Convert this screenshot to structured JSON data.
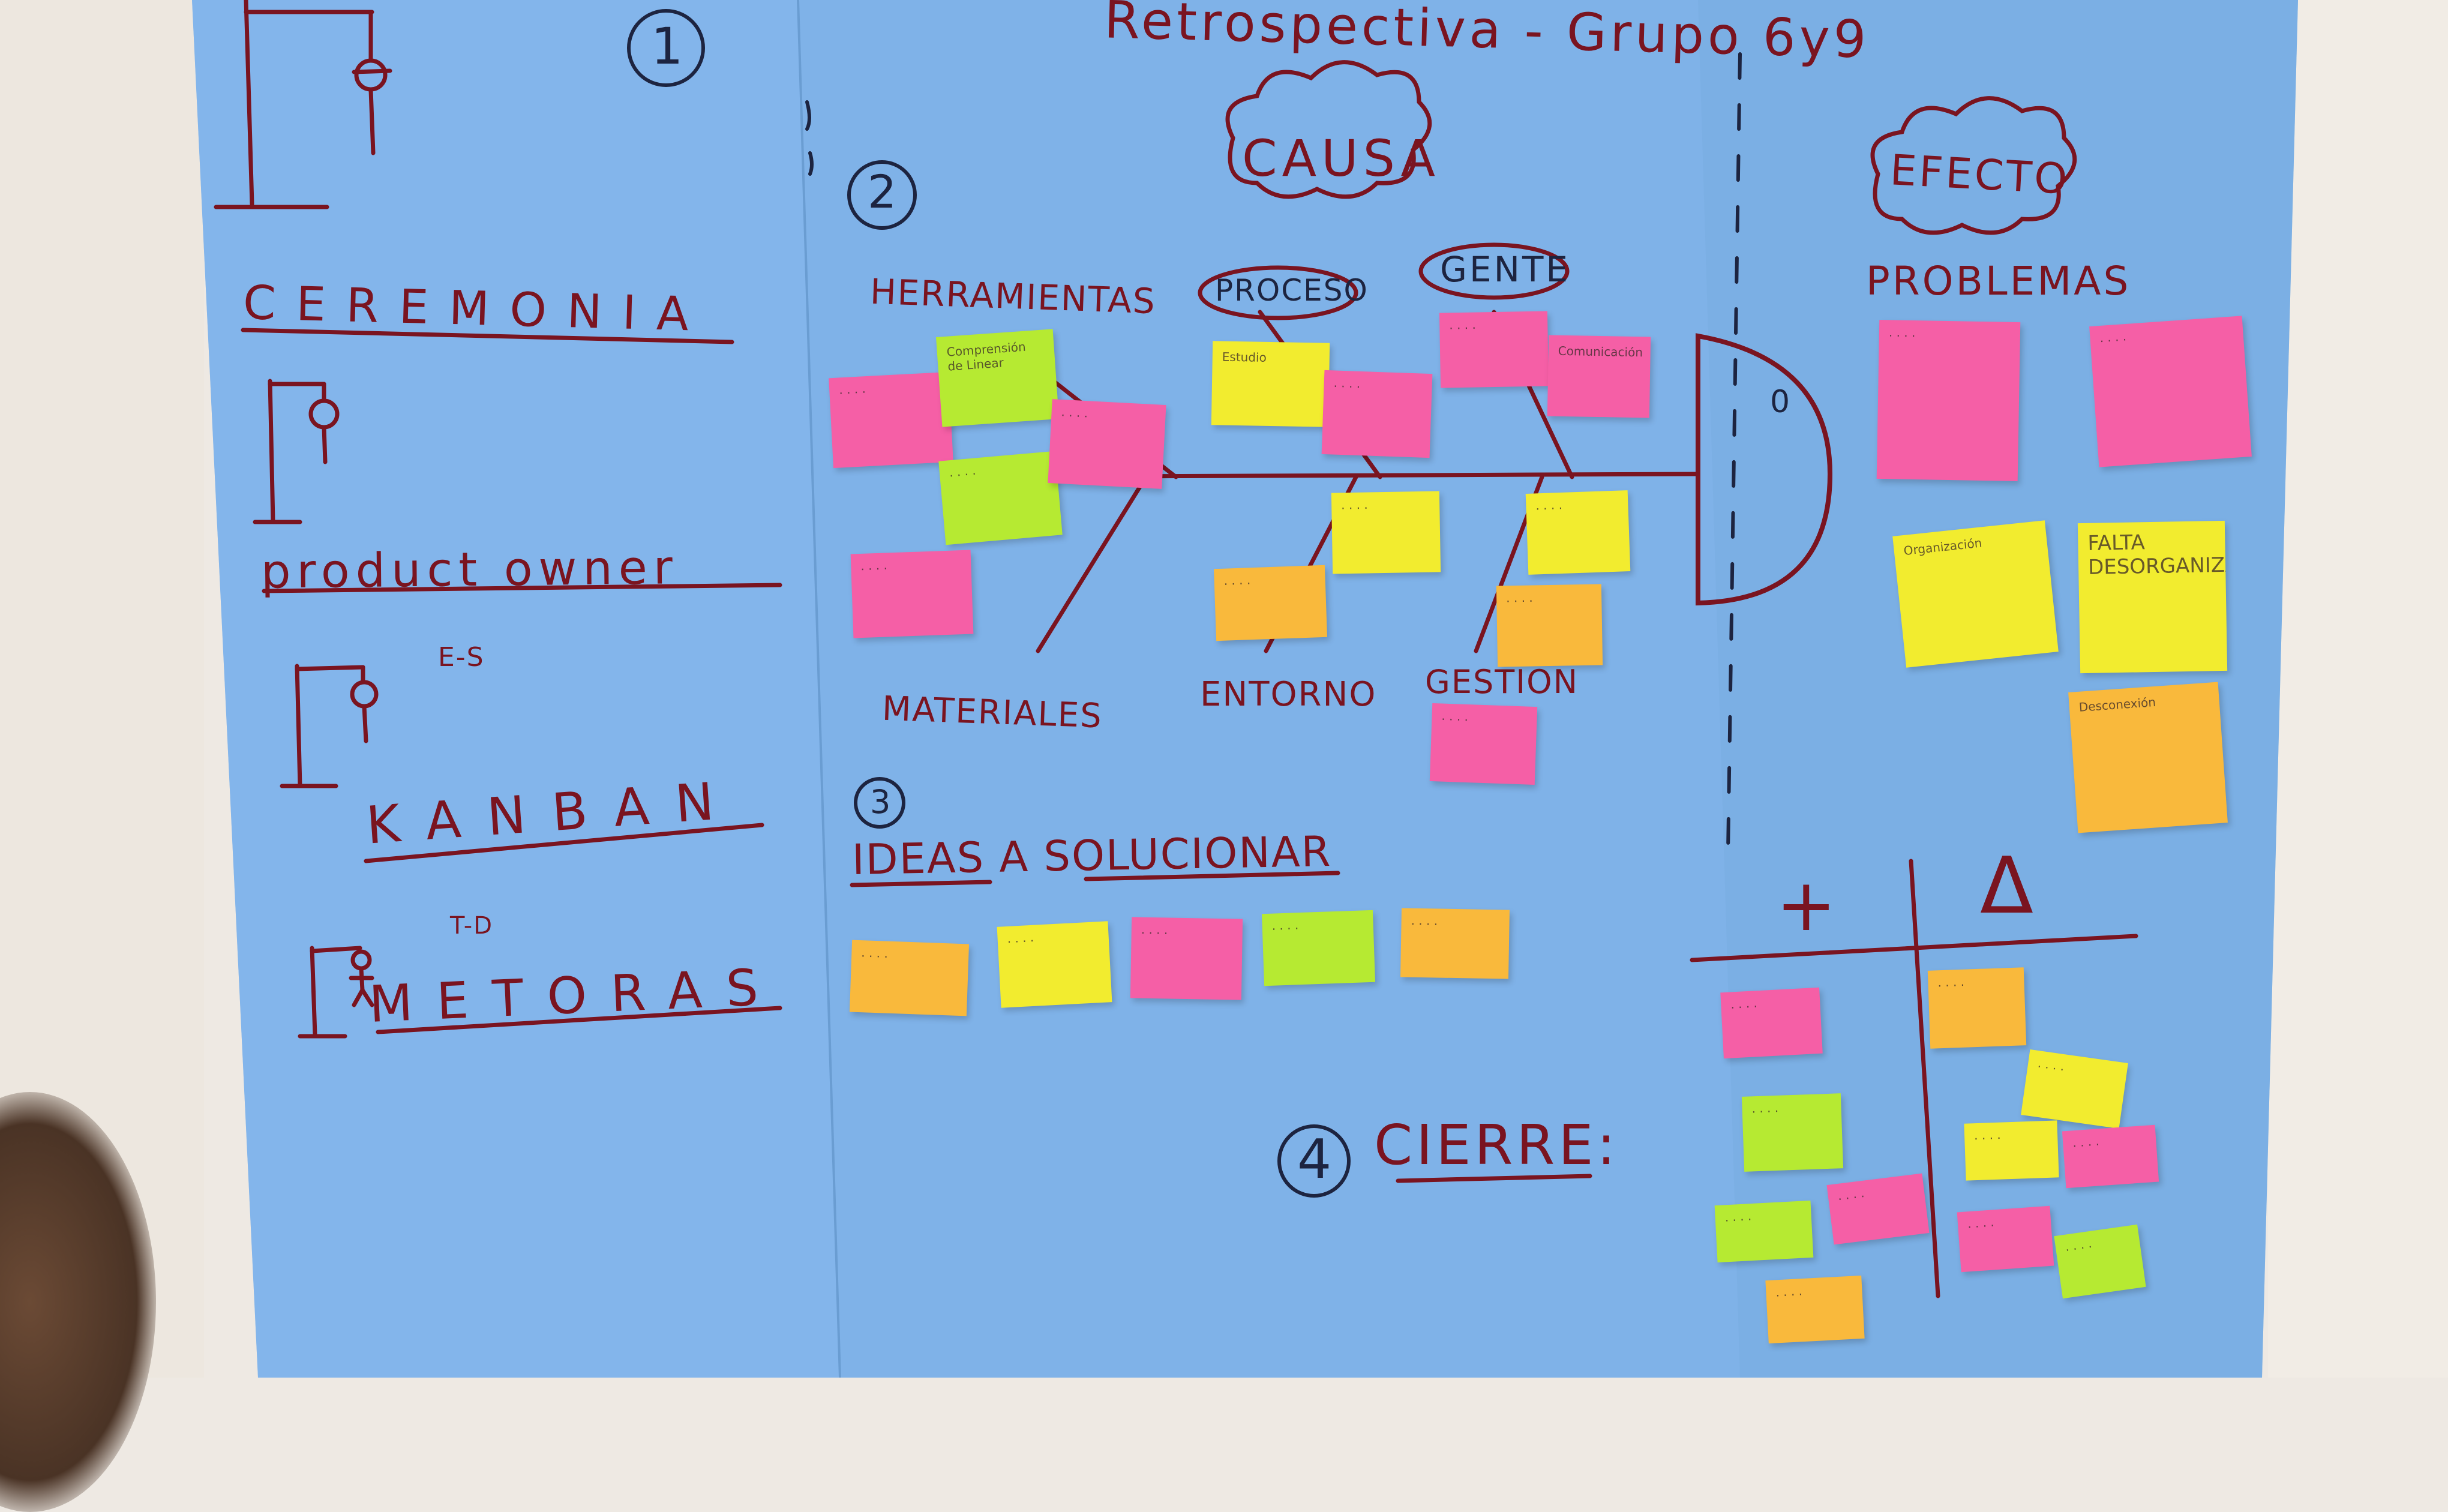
{
  "board": {
    "title": "Retrospectiva - Grupo 6y9",
    "section_numbers": [
      "1",
      "2",
      "3",
      "4"
    ],
    "left_words": {
      "w1": "CEREMONIA",
      "w2": "product owner",
      "w3": "KANBAN",
      "w4": "METORAS",
      "w5": "E-S",
      "w6": "T-D"
    },
    "fishbone": {
      "cause_cloud": "CAUSA",
      "effect_cloud": "EFECTO",
      "categories": {
        "c1": "HERRAMIENTAS",
        "c2": "PROCESO",
        "c3": "GENTE",
        "c4": "MATERIALES",
        "c5": "ENTORNO",
        "c6": "GESTION"
      },
      "head_label": "0",
      "problems_label": "PROBLEMAS"
    },
    "ideas_title": "IDEAS A SOLUCIONAR",
    "closing_title": "CIERRE:",
    "plus_minus": {
      "plus": "+",
      "delta": "Δ"
    },
    "readable_notes": {
      "n1": "Comprensión de Linear",
      "n2": "FALTA DESORGANIZACIÓN",
      "n3": "Estudio",
      "n4": "Comunicación",
      "n5": "Desconexión",
      "n6": "Organización"
    }
  },
  "colors": {
    "paper": "#7fb2e8",
    "ink_red": "#7a1420",
    "ink_dark": "#1d2440",
    "pink": "#f55fa6",
    "lime": "#b6ea32",
    "yellow": "#f2ec2f",
    "orange": "#f9b93c"
  }
}
